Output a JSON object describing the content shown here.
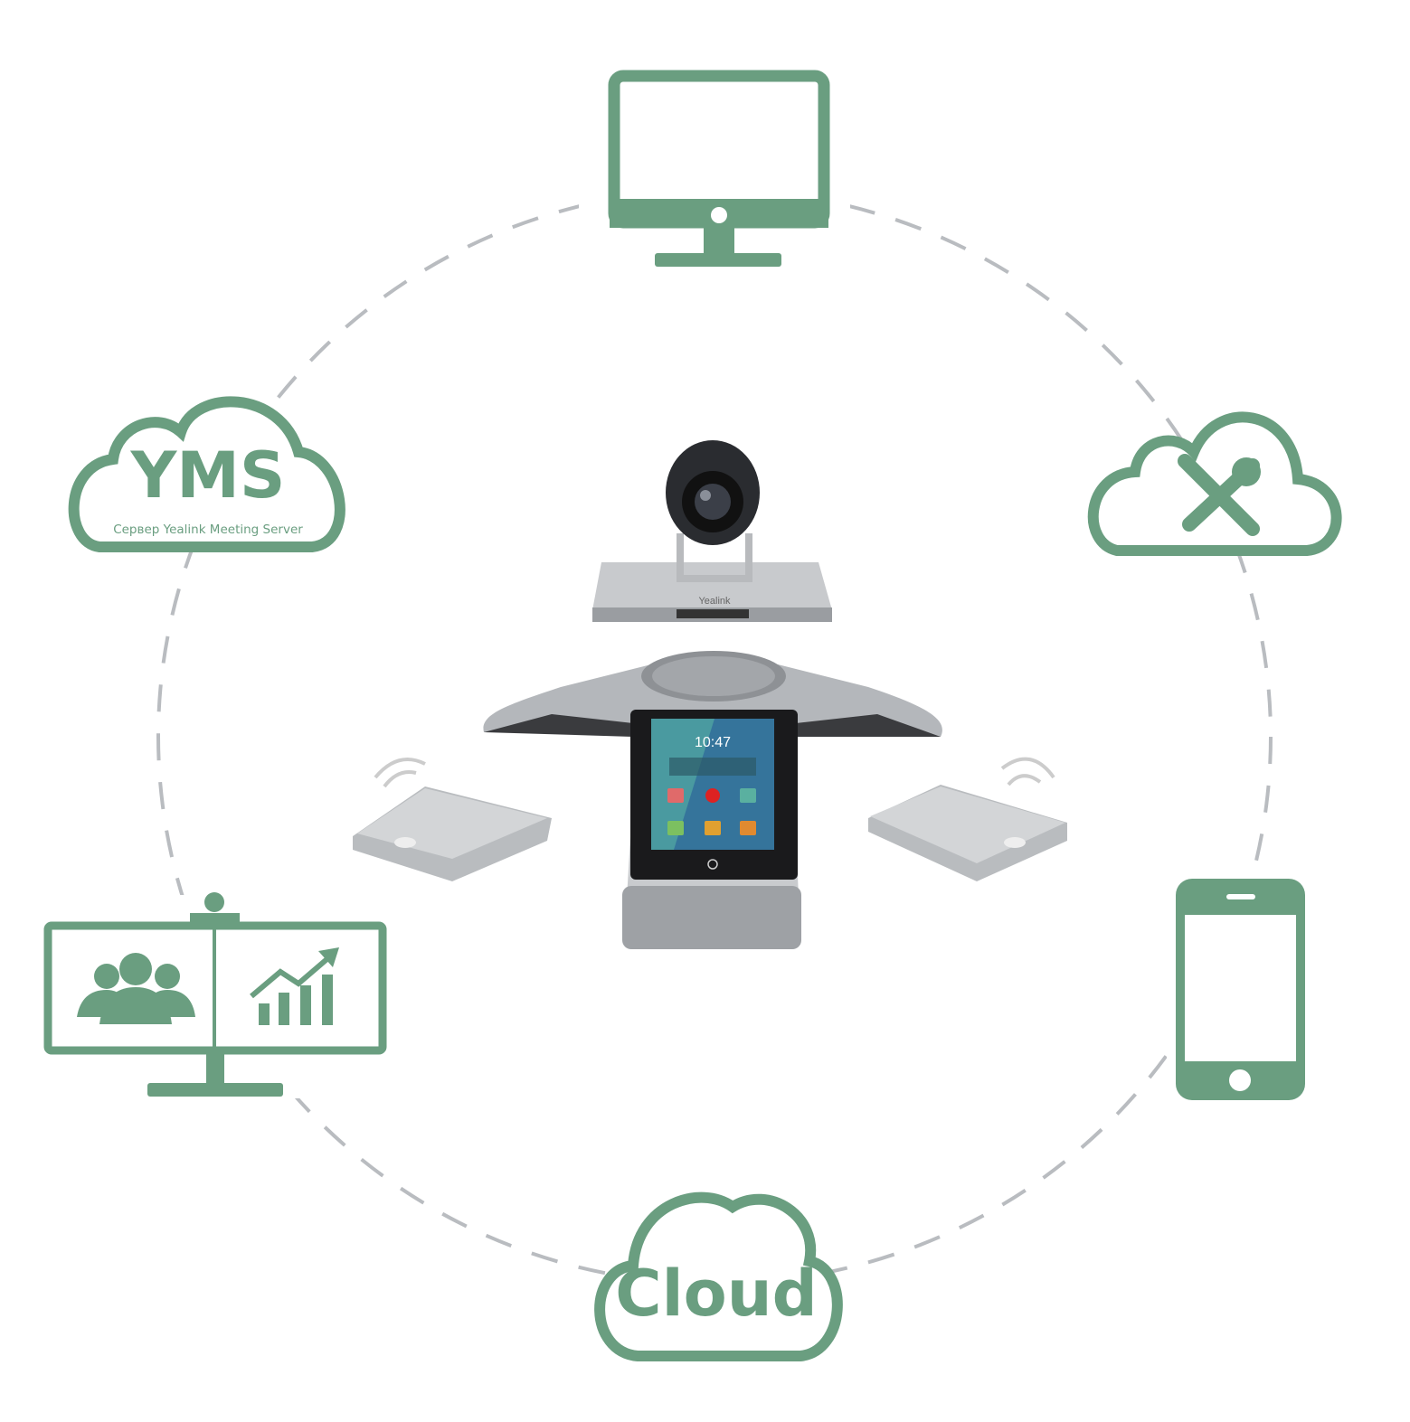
{
  "colors": {
    "accent": "#6a9e80",
    "ring": "#b9bcc0"
  },
  "nodes": {
    "monitor": {
      "icon": "monitor-icon"
    },
    "yms": {
      "icon": "cloud-icon",
      "title": "YMS",
      "subtitle": "Сервер Yealink Meeting Server"
    },
    "tools_cloud": {
      "icon": "cloud-tools-icon"
    },
    "presentation": {
      "icon": "presentation-board-icon"
    },
    "smartphone": {
      "icon": "smartphone-icon"
    },
    "cloud": {
      "icon": "cloud-icon",
      "label": "Cloud"
    }
  },
  "center": {
    "camera_brand": "Yealink",
    "phone_time": "10:47"
  }
}
